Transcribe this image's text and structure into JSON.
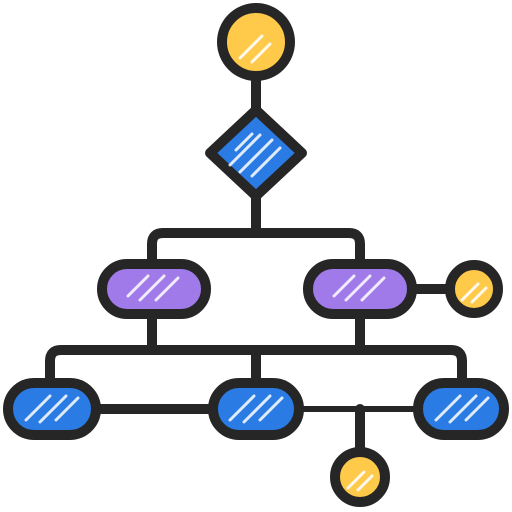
{
  "icon": {
    "name": "flowchart-hierarchy-icon",
    "colors": {
      "outline": "#262626",
      "yellow": "#FFC94A",
      "blue": "#2A7BE4",
      "purple": "#A07AE8",
      "highlight": "#FFFFFF",
      "background": "#FFFFFF"
    },
    "nodes": [
      {
        "id": "top-circle",
        "shape": "circle",
        "fill": "yellow"
      },
      {
        "id": "decision-diamond",
        "shape": "diamond",
        "fill": "blue"
      },
      {
        "id": "purple-pill-left",
        "shape": "pill",
        "fill": "purple"
      },
      {
        "id": "purple-pill-right",
        "shape": "pill",
        "fill": "purple"
      },
      {
        "id": "side-circle-right",
        "shape": "circle",
        "fill": "yellow"
      },
      {
        "id": "blue-pill-left",
        "shape": "pill",
        "fill": "blue"
      },
      {
        "id": "blue-pill-middle",
        "shape": "pill",
        "fill": "blue"
      },
      {
        "id": "blue-pill-right",
        "shape": "pill",
        "fill": "blue"
      },
      {
        "id": "bottom-circle",
        "shape": "circle",
        "fill": "yellow"
      }
    ]
  }
}
